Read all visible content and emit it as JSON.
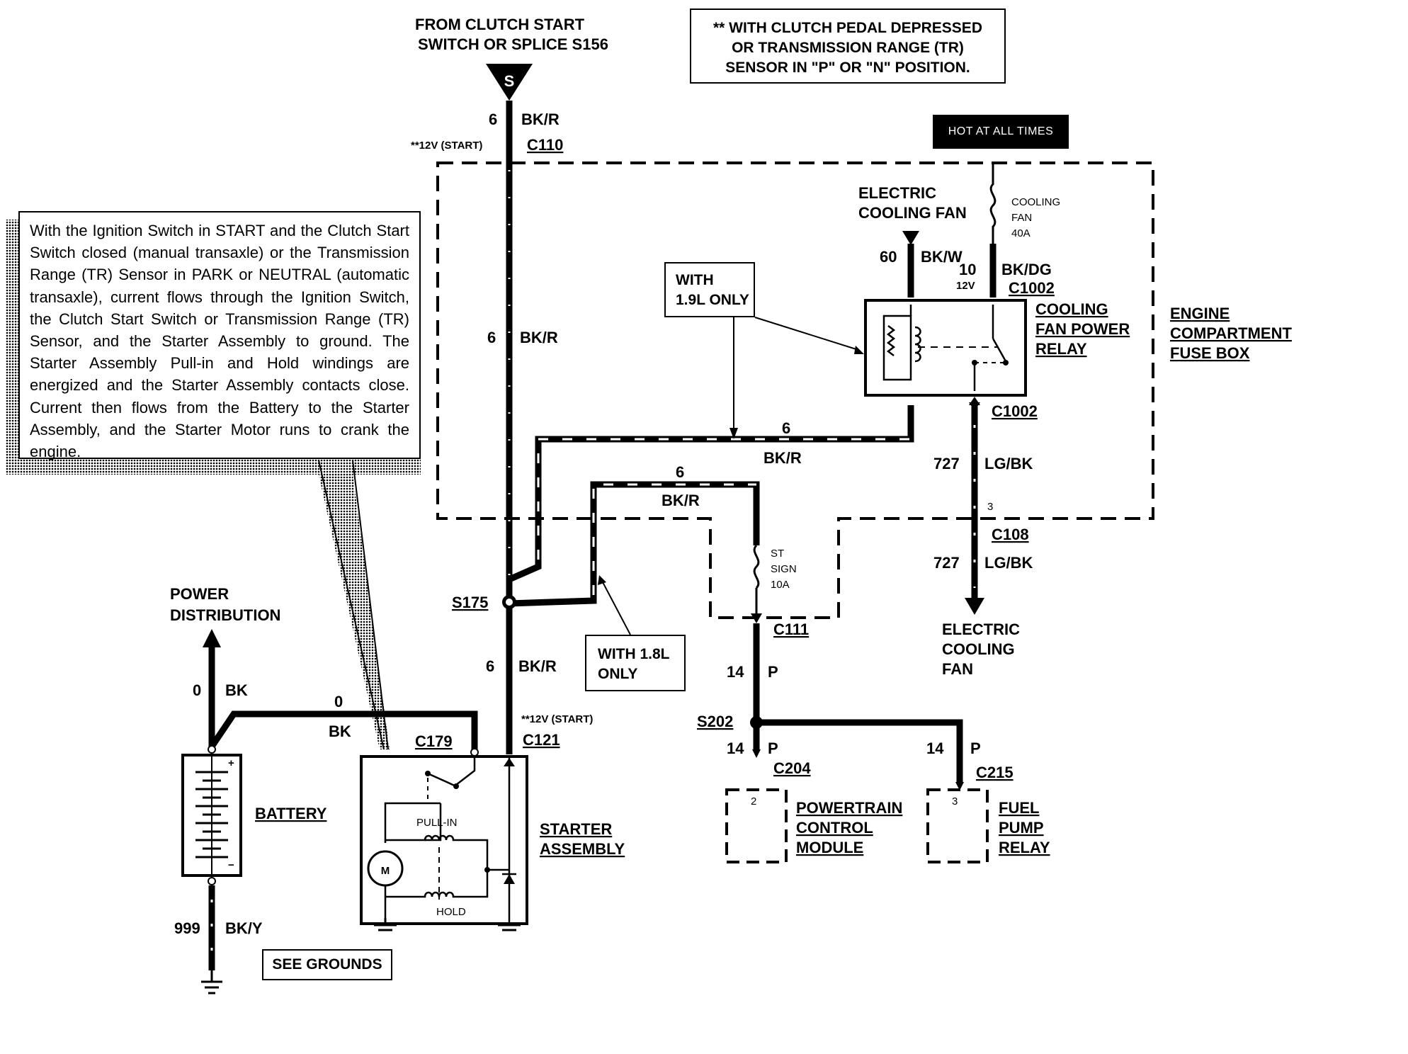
{
  "callout": {
    "text": "With the Ignition Switch in START and the Clutch Start Switch closed (manual transaxle) or the Transmission Range (TR) Sensor in PARK or NEUTRAL (automatic transaxle), current flows through the Ignition Switch, the Clutch Start Switch or Transmission Range (TR) Sensor, and the Starter Assembly to ground. The Starter Assembly Pull-in and Hold windings are energized and the Starter Assembly contacts close. Current then flows from the Battery to the Starter Assembly, and the Starter Motor runs to crank the engine."
  },
  "note": {
    "line1": "** WITH CLUTCH PEDAL DEPRESSED",
    "line2": "OR TRANSMISSION RANGE (TR)",
    "line3": "SENSOR IN \"P\" OR \"N\" POSITION."
  },
  "hot_label": "HOT AT ALL TIMES",
  "source": {
    "line1": "FROM CLUTCH START",
    "line2": "SWITCH OR SPLICE S156",
    "symbol": "S"
  },
  "wires": {
    "w6": "6",
    "bkr": "BK/R",
    "w60": "60",
    "bkw": "BK/W",
    "w10": "10",
    "bkdg": "BK/DG",
    "w727": "727",
    "lgbk": "LG/BK",
    "w14": "14",
    "p": "P",
    "w0": "0",
    "bk": "BK",
    "w999": "999",
    "bky": "BK/Y"
  },
  "connectors": {
    "c110": "C110",
    "c1002a": "C1002",
    "c1002b": "C1002",
    "c108": "C108",
    "c111": "C111",
    "c121": "C121",
    "c179": "C179",
    "c204": "C204",
    "c215": "C215",
    "s175": "S175",
    "s202": "S202",
    "pin3": "3",
    "pin2": "2",
    "pin3b": "3"
  },
  "labels": {
    "v12_start_top": "**12V (START)",
    "v12_start_bottom": "**12V (START)",
    "v12": "12V",
    "ecf_top1": "ELECTRIC",
    "ecf_top2": "COOLING FAN",
    "fuse_cf1": "COOLING",
    "fuse_cf2": "FAN",
    "fuse_cf3": "40A",
    "relay1": "COOLING",
    "relay2": "FAN POWER",
    "relay3": "RELAY",
    "ecfb1": "ENGINE",
    "ecfb2": "COMPARTMENT",
    "ecfb3": "FUSE BOX",
    "fuse_st1": "ST",
    "fuse_st2": "SIGN",
    "fuse_st3": "10A",
    "ecf_bot1": "ELECTRIC",
    "ecf_bot2": "COOLING",
    "ecf_bot3": "FAN",
    "power1": "POWER",
    "power2": "DISTRIBUTION",
    "battery": "BATTERY",
    "starter1": "STARTER",
    "starter2": "ASSEMBLY",
    "pullin": "PULL-IN",
    "hold": "HOLD",
    "motor": "M",
    "pcm1": "POWERTRAIN",
    "pcm2": "CONTROL",
    "pcm3": "MODULE",
    "fpr1": "FUEL",
    "fpr2": "PUMP",
    "fpr3": "RELAY",
    "with19_1": "WITH",
    "with19_2": "1.9L ONLY",
    "with18_1": "WITH 1.8L",
    "with18_2": "ONLY",
    "see_grounds": "SEE GROUNDS"
  }
}
